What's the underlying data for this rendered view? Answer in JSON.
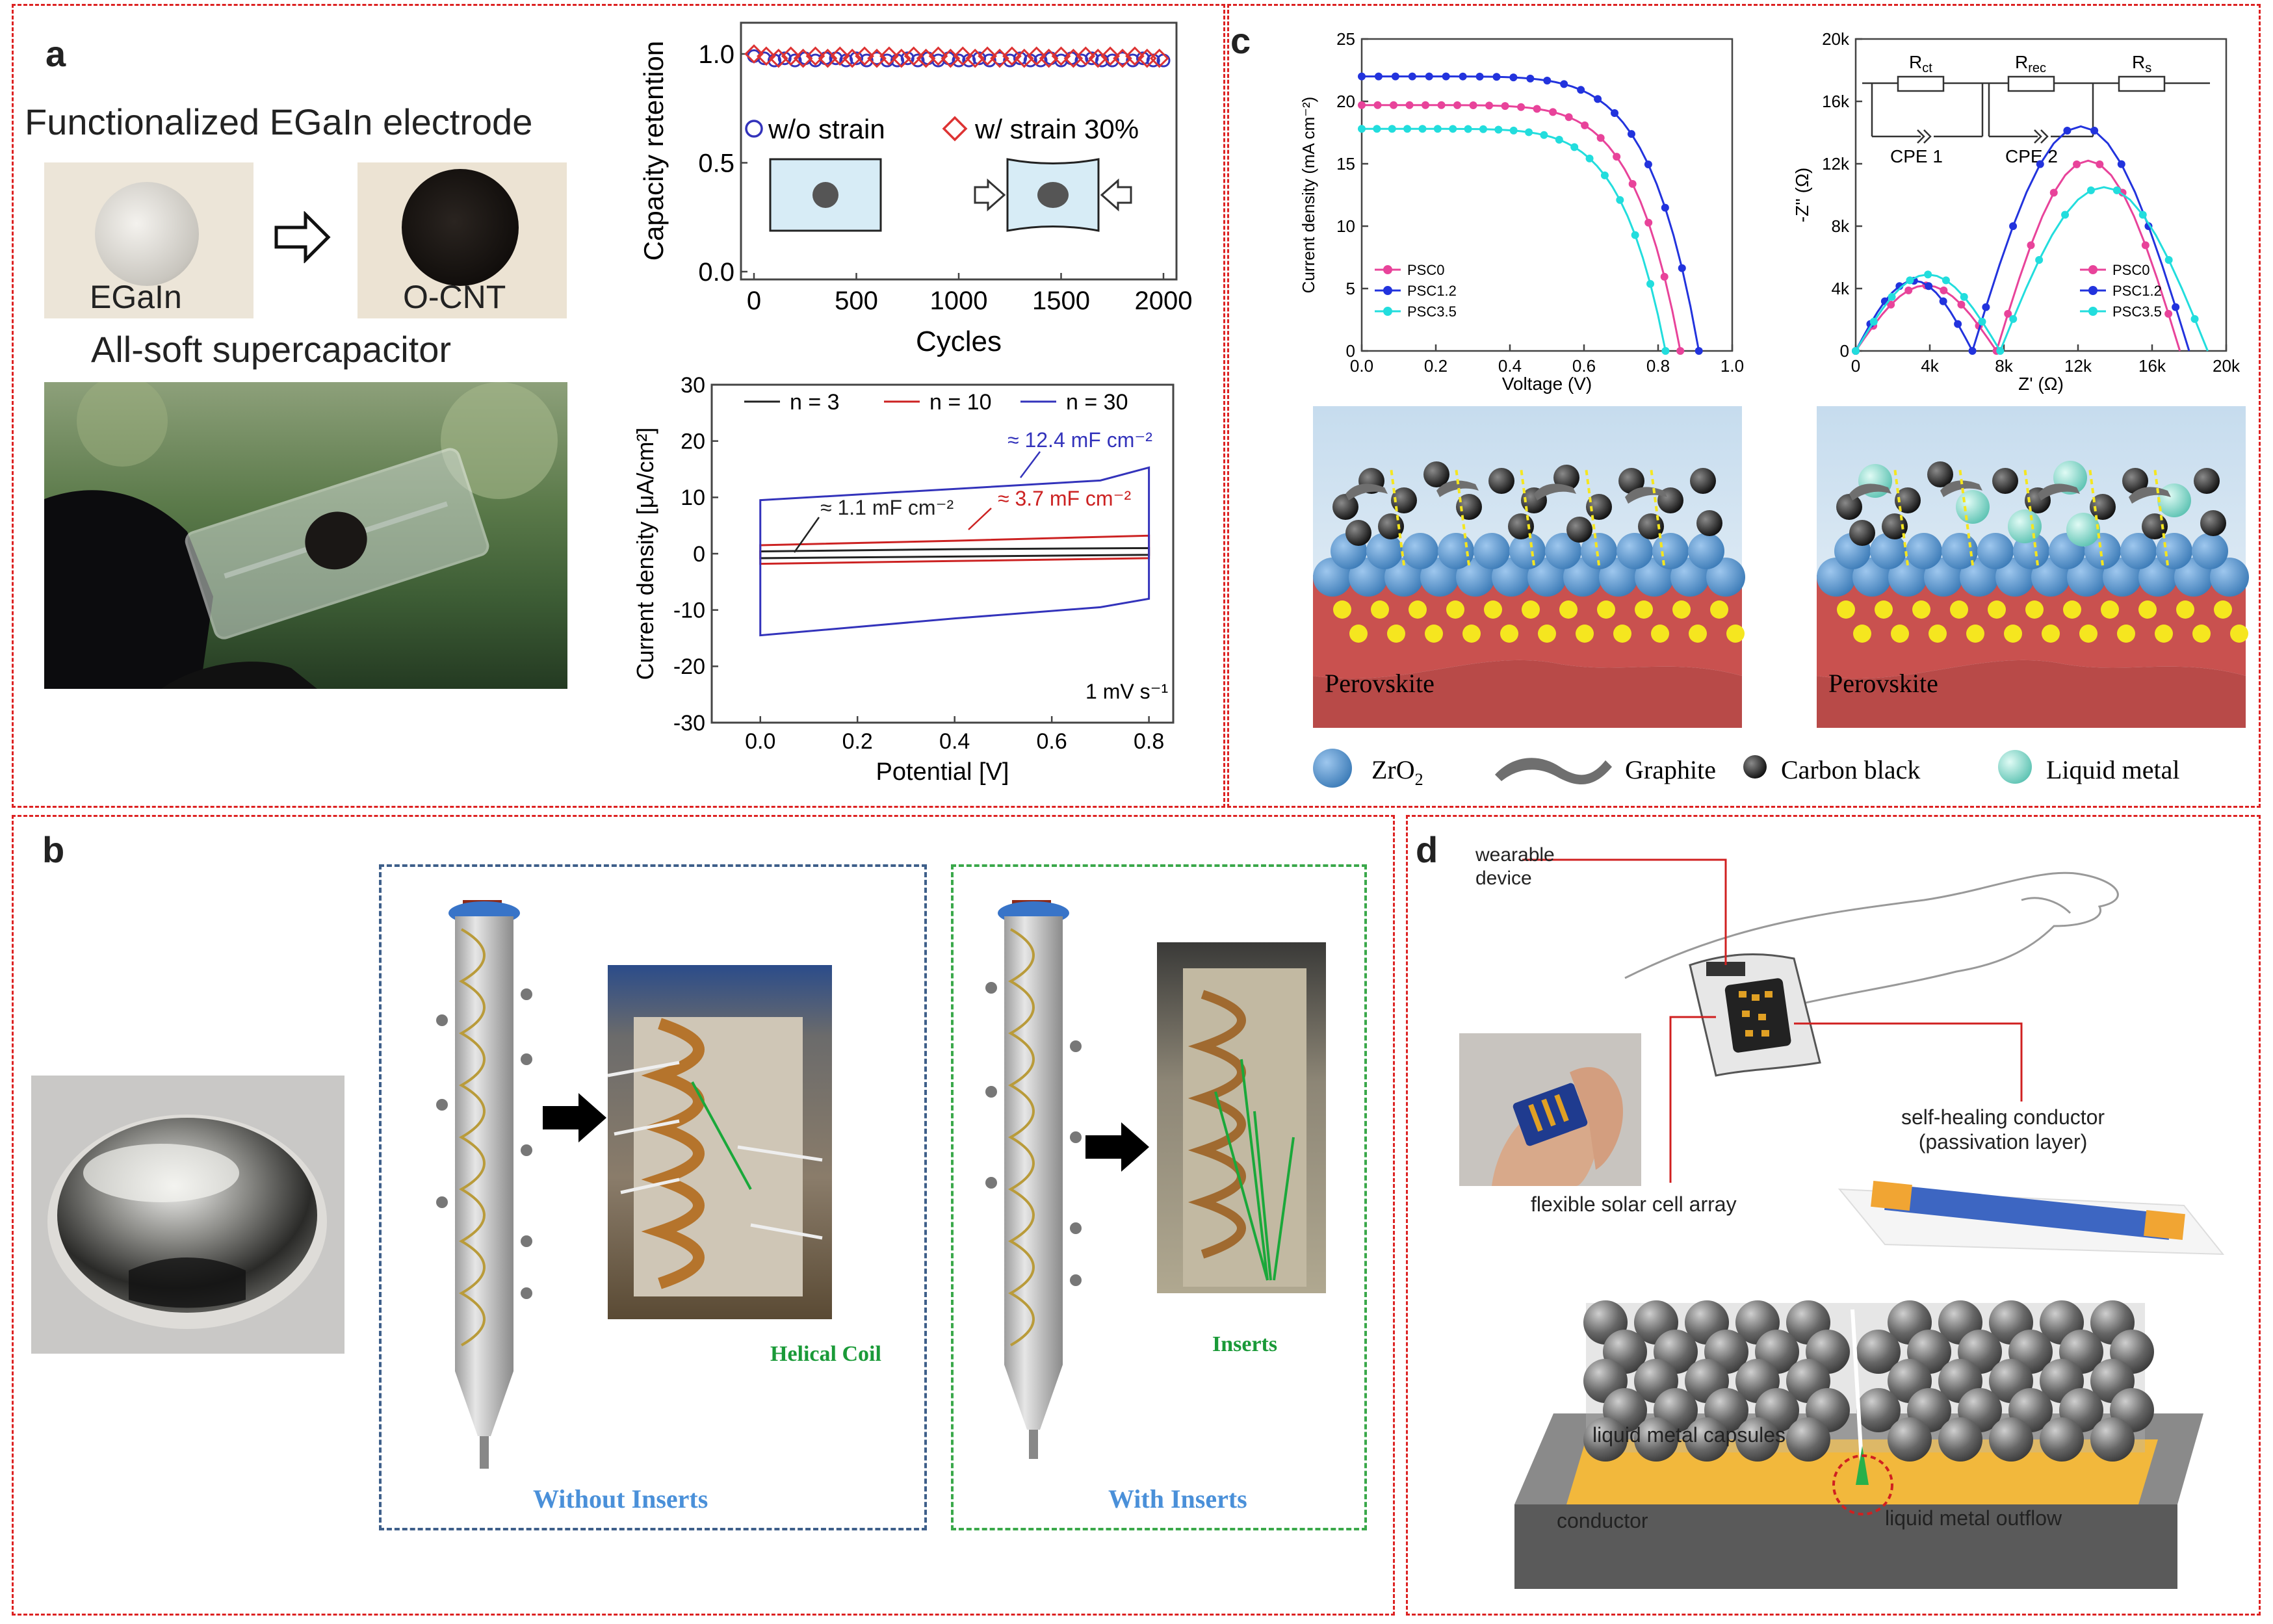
{
  "panel_labels": {
    "a": "a",
    "b": "b",
    "c": "c",
    "d": "d"
  },
  "panel_a": {
    "heading": "Functionalized EGaIn electrode",
    "label_egain": "EGaIn",
    "label_ocnt": "O-CNT",
    "subheading": "All-soft supercapacitor"
  },
  "panel_b": {
    "without_inserts": "Without Inserts",
    "with_inserts": "With Inserts",
    "helical_coil": "Helical Coil",
    "inserts": "Inserts"
  },
  "panel_c": {
    "perovskite_left": "Perovskite",
    "perovskite_right": "Perovskite",
    "legend_zro2": "ZrO",
    "legend_zro2_sub": "2",
    "legend_graphite": "Graphite",
    "legend_carbon": "Carbon black",
    "legend_lm": "Liquid metal"
  },
  "panel_d": {
    "wearable": "wearable",
    "device": "device",
    "self_healing": "self-healing conductor",
    "passivation": "(passivation layer)",
    "solar_array": "flexible solar cell array",
    "lm_capsules": "liquid metal capsules",
    "conductor": "conductor",
    "outflow": "liquid metal outflow"
  },
  "chart_data": [
    {
      "type": "scatter",
      "id": "capacity-retention",
      "xlabel": "Cycles",
      "ylabel": "Capacity retention",
      "xlim": [
        0,
        2000
      ],
      "ylim": [
        0,
        1.0
      ],
      "xticks": [
        "0",
        "500",
        "1000",
        "1500",
        "2000"
      ],
      "yticks": [
        "0.0",
        "0.5",
        "1.0"
      ],
      "legend_position": "inside-top",
      "series": [
        {
          "name": "w/o strain",
          "color": "#3333bb",
          "marker": "circle",
          "x": [
            0,
            50,
            100,
            150,
            200,
            250,
            300,
            350,
            400,
            450,
            500,
            550,
            600,
            650,
            700,
            750,
            800,
            850,
            900,
            950,
            1000,
            1050,
            1100,
            1150,
            1200,
            1250,
            1300,
            1350,
            1400,
            1450,
            1500,
            1550,
            1600,
            1650,
            1700,
            1750,
            1800,
            1850,
            1900,
            1950,
            2000
          ],
          "y": [
            0.99,
            0.98,
            0.97,
            0.98,
            0.97,
            0.98,
            0.97,
            0.98,
            0.98,
            0.97,
            0.98,
            0.97,
            0.98,
            0.97,
            0.97,
            0.98,
            0.97,
            0.98,
            0.97,
            0.98,
            0.97,
            0.97,
            0.98,
            0.97,
            0.98,
            0.97,
            0.98,
            0.97,
            0.97,
            0.98,
            0.97,
            0.98,
            0.97,
            0.98,
            0.97,
            0.97,
            0.98,
            0.97,
            0.98,
            0.97,
            0.97
          ]
        },
        {
          "name": "w/ strain 30%",
          "color": "#dd3333",
          "marker": "diamond",
          "x": [
            0,
            60,
            120,
            180,
            240,
            300,
            360,
            420,
            480,
            540,
            600,
            660,
            720,
            780,
            840,
            900,
            960,
            1020,
            1080,
            1140,
            1200,
            1260,
            1320,
            1380,
            1440,
            1500,
            1560,
            1620,
            1680,
            1740,
            1800,
            1860,
            1920,
            1980
          ],
          "y": [
            1.0,
            0.99,
            0.98,
            0.99,
            0.98,
            0.99,
            0.98,
            0.99,
            0.98,
            0.99,
            0.98,
            0.99,
            0.98,
            0.99,
            0.98,
            0.99,
            0.98,
            0.99,
            0.98,
            0.99,
            0.98,
            0.99,
            0.98,
            0.99,
            0.98,
            0.99,
            0.98,
            0.99,
            0.98,
            0.99,
            0.98,
            0.99,
            0.98,
            0.98
          ]
        }
      ]
    },
    {
      "type": "line",
      "id": "cv-curves",
      "xlabel": "Potential [V]",
      "ylabel": "Current density [μA/cm²]",
      "xlim": [
        -0.1,
        0.85
      ],
      "ylim": [
        -30,
        30
      ],
      "xticks": [
        "0.0",
        "0.2",
        "0.4",
        "0.6",
        "0.8"
      ],
      "yticks": [
        "-30",
        "-20",
        "-10",
        "0",
        "10",
        "20",
        "30"
      ],
      "annotations": [
        "≈ 12.4 mF cm⁻²",
        "≈ 3.7 mF cm⁻²",
        "≈ 1.1 mF cm⁻²",
        "1 mV s⁻¹"
      ],
      "series": [
        {
          "name": "n = 3",
          "color": "#222222",
          "upper": [
            [
              0,
              0.4
            ],
            [
              0.4,
              0.8
            ],
            [
              0.8,
              1.0
            ]
          ],
          "lower": [
            [
              0,
              -0.8
            ],
            [
              0.4,
              -0.5
            ],
            [
              0.8,
              -0.2
            ]
          ]
        },
        {
          "name": "n = 10",
          "color": "#cc2222",
          "upper": [
            [
              0,
              1.5
            ],
            [
              0.4,
              2.3
            ],
            [
              0.8,
              3.2
            ]
          ],
          "lower": [
            [
              0,
              -1.8
            ],
            [
              0.4,
              -1.3
            ],
            [
              0.8,
              -0.8
            ]
          ]
        },
        {
          "name": "n = 30",
          "color": "#3333bb",
          "upper": [
            [
              0,
              9.5
            ],
            [
              0.4,
              11.5
            ],
            [
              0.7,
              13.0
            ],
            [
              0.8,
              15.3
            ]
          ],
          "lower": [
            [
              0,
              -14.5
            ],
            [
              0.4,
              -11.5
            ],
            [
              0.7,
              -9.5
            ],
            [
              0.8,
              -8.0
            ]
          ]
        }
      ]
    },
    {
      "type": "line",
      "id": "jv-curves",
      "xlabel": "Voltage (V)",
      "ylabel": "Current density (mA cm⁻²)",
      "xlim": [
        0,
        1.0
      ],
      "ylim": [
        0,
        25
      ],
      "xticks": [
        "0.0",
        "0.2",
        "0.4",
        "0.6",
        "0.8",
        "1.0"
      ],
      "yticks": [
        "0",
        "5",
        "10",
        "15",
        "20",
        "25"
      ],
      "legend_position": "lower-left",
      "series": [
        {
          "name": "PSC0",
          "color": "#e8439a",
          "jsc": 19.7,
          "voc": 0.86
        },
        {
          "name": "PSC1.2",
          "color": "#2233dd",
          "jsc": 22.0,
          "voc": 0.91
        },
        {
          "name": "PSC3.5",
          "color": "#22dddd",
          "jsc": 17.8,
          "voc": 0.82
        }
      ]
    },
    {
      "type": "scatter",
      "id": "nyquist",
      "xlabel": "Z' (Ω)",
      "ylabel": "-Z'' (Ω)",
      "xlim": [
        0,
        20000
      ],
      "ylim": [
        0,
        20000
      ],
      "xticks": [
        "0",
        "4k",
        "8k",
        "12k",
        "16k",
        "20k"
      ],
      "yticks": [
        "0",
        "4k",
        "8k",
        "12k",
        "16k",
        "20k"
      ],
      "legend_position": "lower-right",
      "circuit_labels": [
        "R",
        "ct",
        "R",
        "rec",
        "R",
        "s",
        "CPE 1",
        "CPE 2"
      ],
      "series": [
        {
          "name": "PSC0",
          "color": "#e8439a",
          "arc1": [
            0,
            7600,
            4200
          ],
          "arc2": [
            7600,
            17500,
            12200
          ]
        },
        {
          "name": "PSC1.2",
          "color": "#2233dd",
          "arc1": [
            0,
            6300,
            4500
          ],
          "arc2": [
            6300,
            18000,
            14400
          ]
        },
        {
          "name": "PSC3.5",
          "color": "#22dddd",
          "arc1": [
            0,
            7800,
            4900
          ],
          "arc2": [
            7800,
            19000,
            10500
          ]
        }
      ]
    }
  ]
}
